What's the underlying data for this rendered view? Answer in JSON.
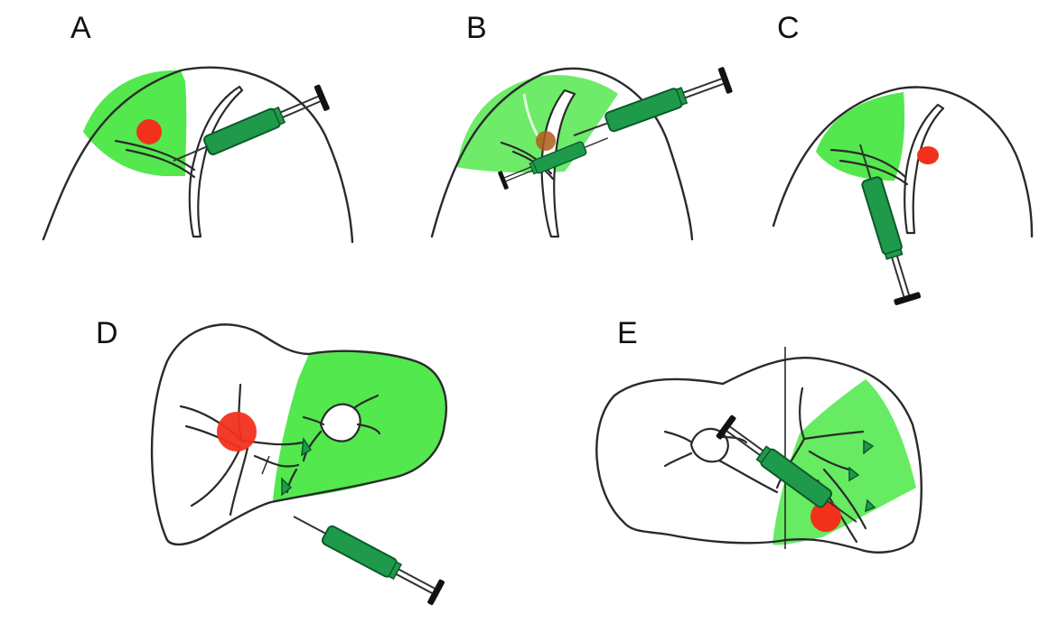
{
  "panels": [
    {
      "id": "A",
      "label": "A"
    },
    {
      "id": "B",
      "label": "B"
    },
    {
      "id": "C",
      "label": "C"
    },
    {
      "id": "D",
      "label": "D"
    },
    {
      "id": "E",
      "label": "E"
    }
  ],
  "colors": {
    "stained_region": "#44e63f",
    "tumor": "#f2311c",
    "syringe_barrel": "#1f9a4a",
    "syringe_outline": "#0c5a2a",
    "outline": "#2a2a2a"
  },
  "icons": [
    "syringe-icon",
    "tumor-marker"
  ]
}
